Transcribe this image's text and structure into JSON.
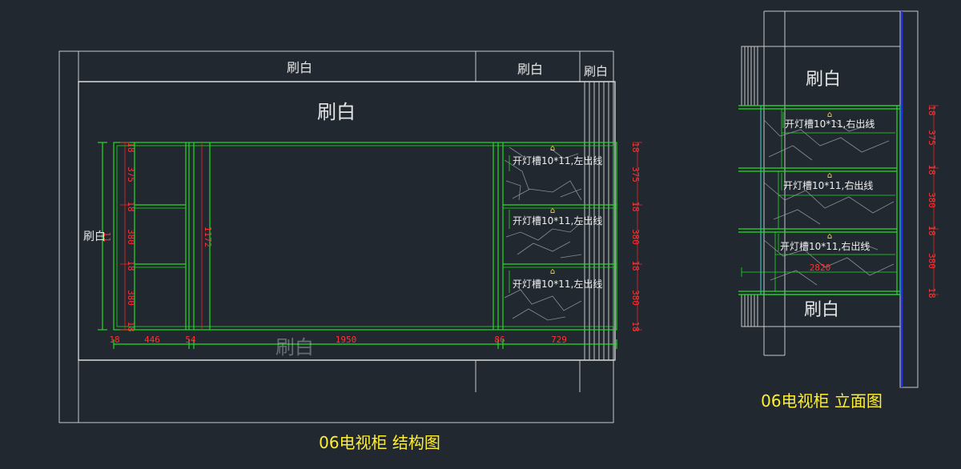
{
  "titles": {
    "structure": "06电视柜 结构图",
    "elevation": "06电视柜 立面图"
  },
  "finish_label": "刷白",
  "light_slot_left": "开灯槽10*11,左出线",
  "light_slot_right": "开灯槽10*11,右出线",
  "dims_bottom": [
    "18",
    "446",
    "54",
    "1950",
    "86",
    "729"
  ],
  "dims_left_col": [
    "18",
    "375",
    "18",
    "380",
    "18",
    "380",
    "18"
  ],
  "dim_middle_height": "1172",
  "dim_left_overall": "11",
  "dims_right": [
    "18",
    "375",
    "18",
    "380",
    "18",
    "380",
    "18"
  ],
  "dims_elevation": [
    "18",
    "375",
    "18",
    "380",
    "18",
    "380",
    "18"
  ],
  "dim_elevation_width": "2820",
  "colors": {
    "background": "#212830",
    "wall_line": "#c8c8c8",
    "cabinet": "#22dd22",
    "dimension": "#ee2222",
    "title": "#ffee33",
    "elevation_edge": "#33bbbb",
    "axis": "#2233dd"
  }
}
